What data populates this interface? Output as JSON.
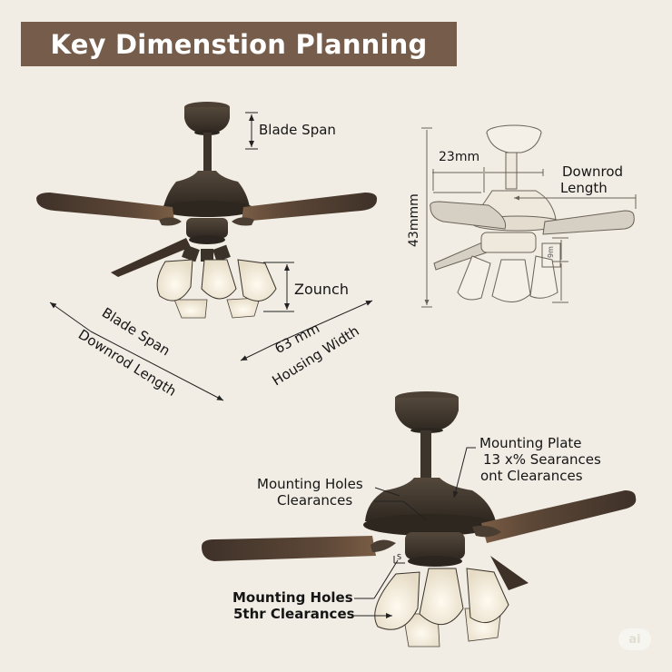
{
  "title": "Key Dimenstion Planning",
  "colors": {
    "background": "#f1ede4",
    "title_bar": "#765c4a",
    "title_text": "#ffffff",
    "bronze_dark": "#3a3128",
    "bronze_mid": "#4c4034",
    "blade": "#5a4636",
    "glass": "#f4efe2",
    "line_drawing": "#6b6258"
  },
  "top_left_fan": {
    "labels": {
      "canopy": "Blade Span",
      "light_kit": "Zounch",
      "diag_left_1": "Blade Span",
      "diag_left_2": "Downrod Length",
      "diag_right_1": "63 mm",
      "diag_right_2": "Housing Width"
    }
  },
  "top_right_drawing": {
    "labels": {
      "height": "43mmm",
      "width": "23mm",
      "downrod_1": "Downrod",
      "downrod_2": "Length",
      "small_box": "9m"
    }
  },
  "bottom_fan": {
    "labels": {
      "plate_1": "Mounting Plate",
      "plate_2": "13 x% Searances",
      "plate_3": "ont Clearances",
      "holes_1": "Mounting Holes",
      "holes_2": "Clearances",
      "lower_1": "Mounting Holes",
      "lower_2": "5thr Clearances",
      "small_mark": "S"
    }
  },
  "watermark": "ai"
}
